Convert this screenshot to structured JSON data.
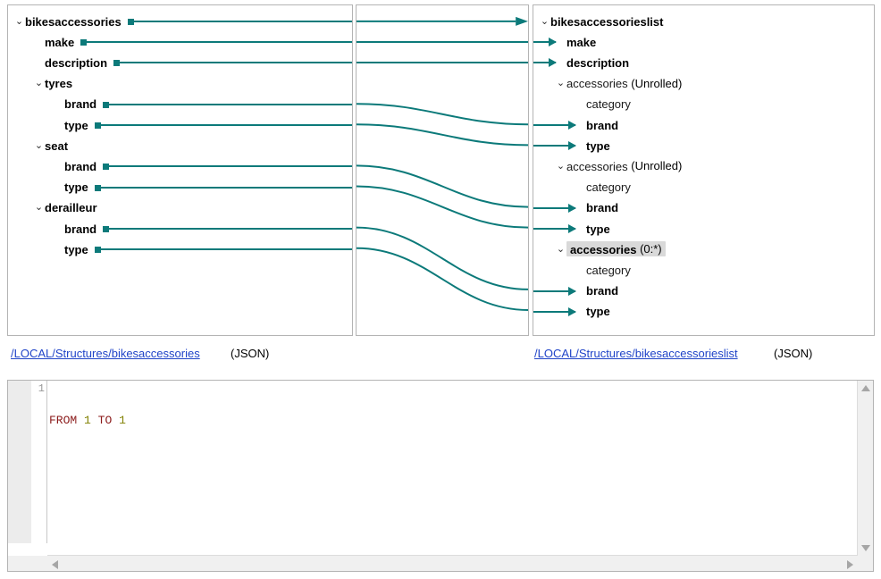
{
  "source_panel": {
    "root_link": "/LOCAL/Structures/bikesaccessories",
    "format": "(JSON)",
    "nodes": [
      {
        "label": "bikesaccessories",
        "indent": 0,
        "twisty": "⌄",
        "bold": true,
        "has_port": true
      },
      {
        "label": "make",
        "indent": 1,
        "twisty": "",
        "bold": true,
        "has_port": true
      },
      {
        "label": "description",
        "indent": 1,
        "twisty": "",
        "bold": true,
        "has_port": true
      },
      {
        "label": "tyres",
        "indent": 1,
        "twisty": "⌄",
        "bold": true,
        "has_port": false
      },
      {
        "label": "brand",
        "indent": 2,
        "twisty": "",
        "bold": true,
        "has_port": true
      },
      {
        "label": "type",
        "indent": 2,
        "twisty": "",
        "bold": true,
        "has_port": true
      },
      {
        "label": "seat",
        "indent": 1,
        "twisty": "⌄",
        "bold": true,
        "has_port": false
      },
      {
        "label": "brand",
        "indent": 2,
        "twisty": "",
        "bold": true,
        "has_port": true
      },
      {
        "label": "type",
        "indent": 2,
        "twisty": "",
        "bold": true,
        "has_port": true
      },
      {
        "label": "derailleur",
        "indent": 1,
        "twisty": "⌄",
        "bold": true,
        "has_port": false
      },
      {
        "label": "brand",
        "indent": 2,
        "twisty": "",
        "bold": true,
        "has_port": true
      },
      {
        "label": "type",
        "indent": 2,
        "twisty": "",
        "bold": true,
        "has_port": true
      }
    ]
  },
  "target_panel": {
    "root_link": "/LOCAL/Structures/bikesaccessorieslist",
    "format": "(JSON)",
    "nodes": [
      {
        "label": "bikesaccessorieslist",
        "cardinality": "",
        "indent": 0,
        "twisty": "⌄",
        "bold": true,
        "arrow": false,
        "highlight": false
      },
      {
        "label": "make",
        "cardinality": "",
        "indent": 1,
        "twisty": "",
        "bold": true,
        "arrow": true,
        "highlight": false
      },
      {
        "label": "description",
        "cardinality": "",
        "indent": 1,
        "twisty": "",
        "bold": true,
        "arrow": true,
        "highlight": false
      },
      {
        "label": "accessories",
        "cardinality": "(Unrolled)",
        "indent": 1,
        "twisty": "⌄",
        "bold": false,
        "arrow": false,
        "highlight": false
      },
      {
        "label": "category",
        "cardinality": "",
        "indent": 2,
        "twisty": "",
        "bold": false,
        "arrow": false,
        "highlight": false
      },
      {
        "label": "brand",
        "cardinality": "",
        "indent": 2,
        "twisty": "",
        "bold": true,
        "arrow": true,
        "highlight": false
      },
      {
        "label": "type",
        "cardinality": "",
        "indent": 2,
        "twisty": "",
        "bold": true,
        "arrow": true,
        "highlight": false
      },
      {
        "label": "accessories",
        "cardinality": "(Unrolled)",
        "indent": 1,
        "twisty": "⌄",
        "bold": false,
        "arrow": false,
        "highlight": false
      },
      {
        "label": "category",
        "cardinality": "",
        "indent": 2,
        "twisty": "",
        "bold": false,
        "arrow": false,
        "highlight": false
      },
      {
        "label": "brand",
        "cardinality": "",
        "indent": 2,
        "twisty": "",
        "bold": true,
        "arrow": true,
        "highlight": false
      },
      {
        "label": "type",
        "cardinality": "",
        "indent": 2,
        "twisty": "",
        "bold": true,
        "arrow": true,
        "highlight": false
      },
      {
        "label": "accessories",
        "cardinality": "(0:*)",
        "indent": 1,
        "twisty": "⌄",
        "bold": true,
        "arrow": false,
        "highlight": true
      },
      {
        "label": "category",
        "cardinality": "",
        "indent": 2,
        "twisty": "",
        "bold": false,
        "arrow": false,
        "highlight": false
      },
      {
        "label": "brand",
        "cardinality": "",
        "indent": 2,
        "twisty": "",
        "bold": true,
        "arrow": true,
        "highlight": false
      },
      {
        "label": "type",
        "cardinality": "",
        "indent": 2,
        "twisty": "",
        "bold": true,
        "arrow": true,
        "highlight": false
      }
    ]
  },
  "links": {
    "color": "#0c7a7a",
    "pairs": [
      {
        "from": "bikesaccessories",
        "to": "bikesaccessorieslist",
        "from_row": 0,
        "to_row": 0,
        "arrow_in_middle": true
      },
      {
        "from": "make",
        "to": "make",
        "from_row": 1,
        "to_row": 1,
        "arrow_in_middle": false
      },
      {
        "from": "description",
        "to": "description",
        "from_row": 2,
        "to_row": 2,
        "arrow_in_middle": false
      },
      {
        "from": "tyres.brand",
        "to": "accessories[0].brand",
        "from_row": 4,
        "to_row": 5,
        "arrow_in_middle": false
      },
      {
        "from": "tyres.type",
        "to": "accessories[0].type",
        "from_row": 5,
        "to_row": 6,
        "arrow_in_middle": false
      },
      {
        "from": "seat.brand",
        "to": "accessories[1].brand",
        "from_row": 7,
        "to_row": 9,
        "arrow_in_middle": false
      },
      {
        "from": "seat.type",
        "to": "accessories[1].type",
        "from_row": 8,
        "to_row": 10,
        "arrow_in_middle": false
      },
      {
        "from": "derailleur.brand",
        "to": "accessories[2].brand",
        "from_row": 10,
        "to_row": 13,
        "arrow_in_middle": false
      },
      {
        "from": "derailleur.type",
        "to": "accessories[2].type",
        "from_row": 11,
        "to_row": 14,
        "arrow_in_middle": false
      }
    ]
  },
  "editor": {
    "line_number": "1",
    "tokens": [
      {
        "text": "FROM",
        "type": "keyword"
      },
      {
        "text": " ",
        "type": "plain"
      },
      {
        "text": "1",
        "type": "number"
      },
      {
        "text": " ",
        "type": "plain"
      },
      {
        "text": "TO",
        "type": "keyword"
      },
      {
        "text": " ",
        "type": "plain"
      },
      {
        "text": "1",
        "type": "number"
      }
    ],
    "full_text": "FROM 1 TO 1"
  }
}
